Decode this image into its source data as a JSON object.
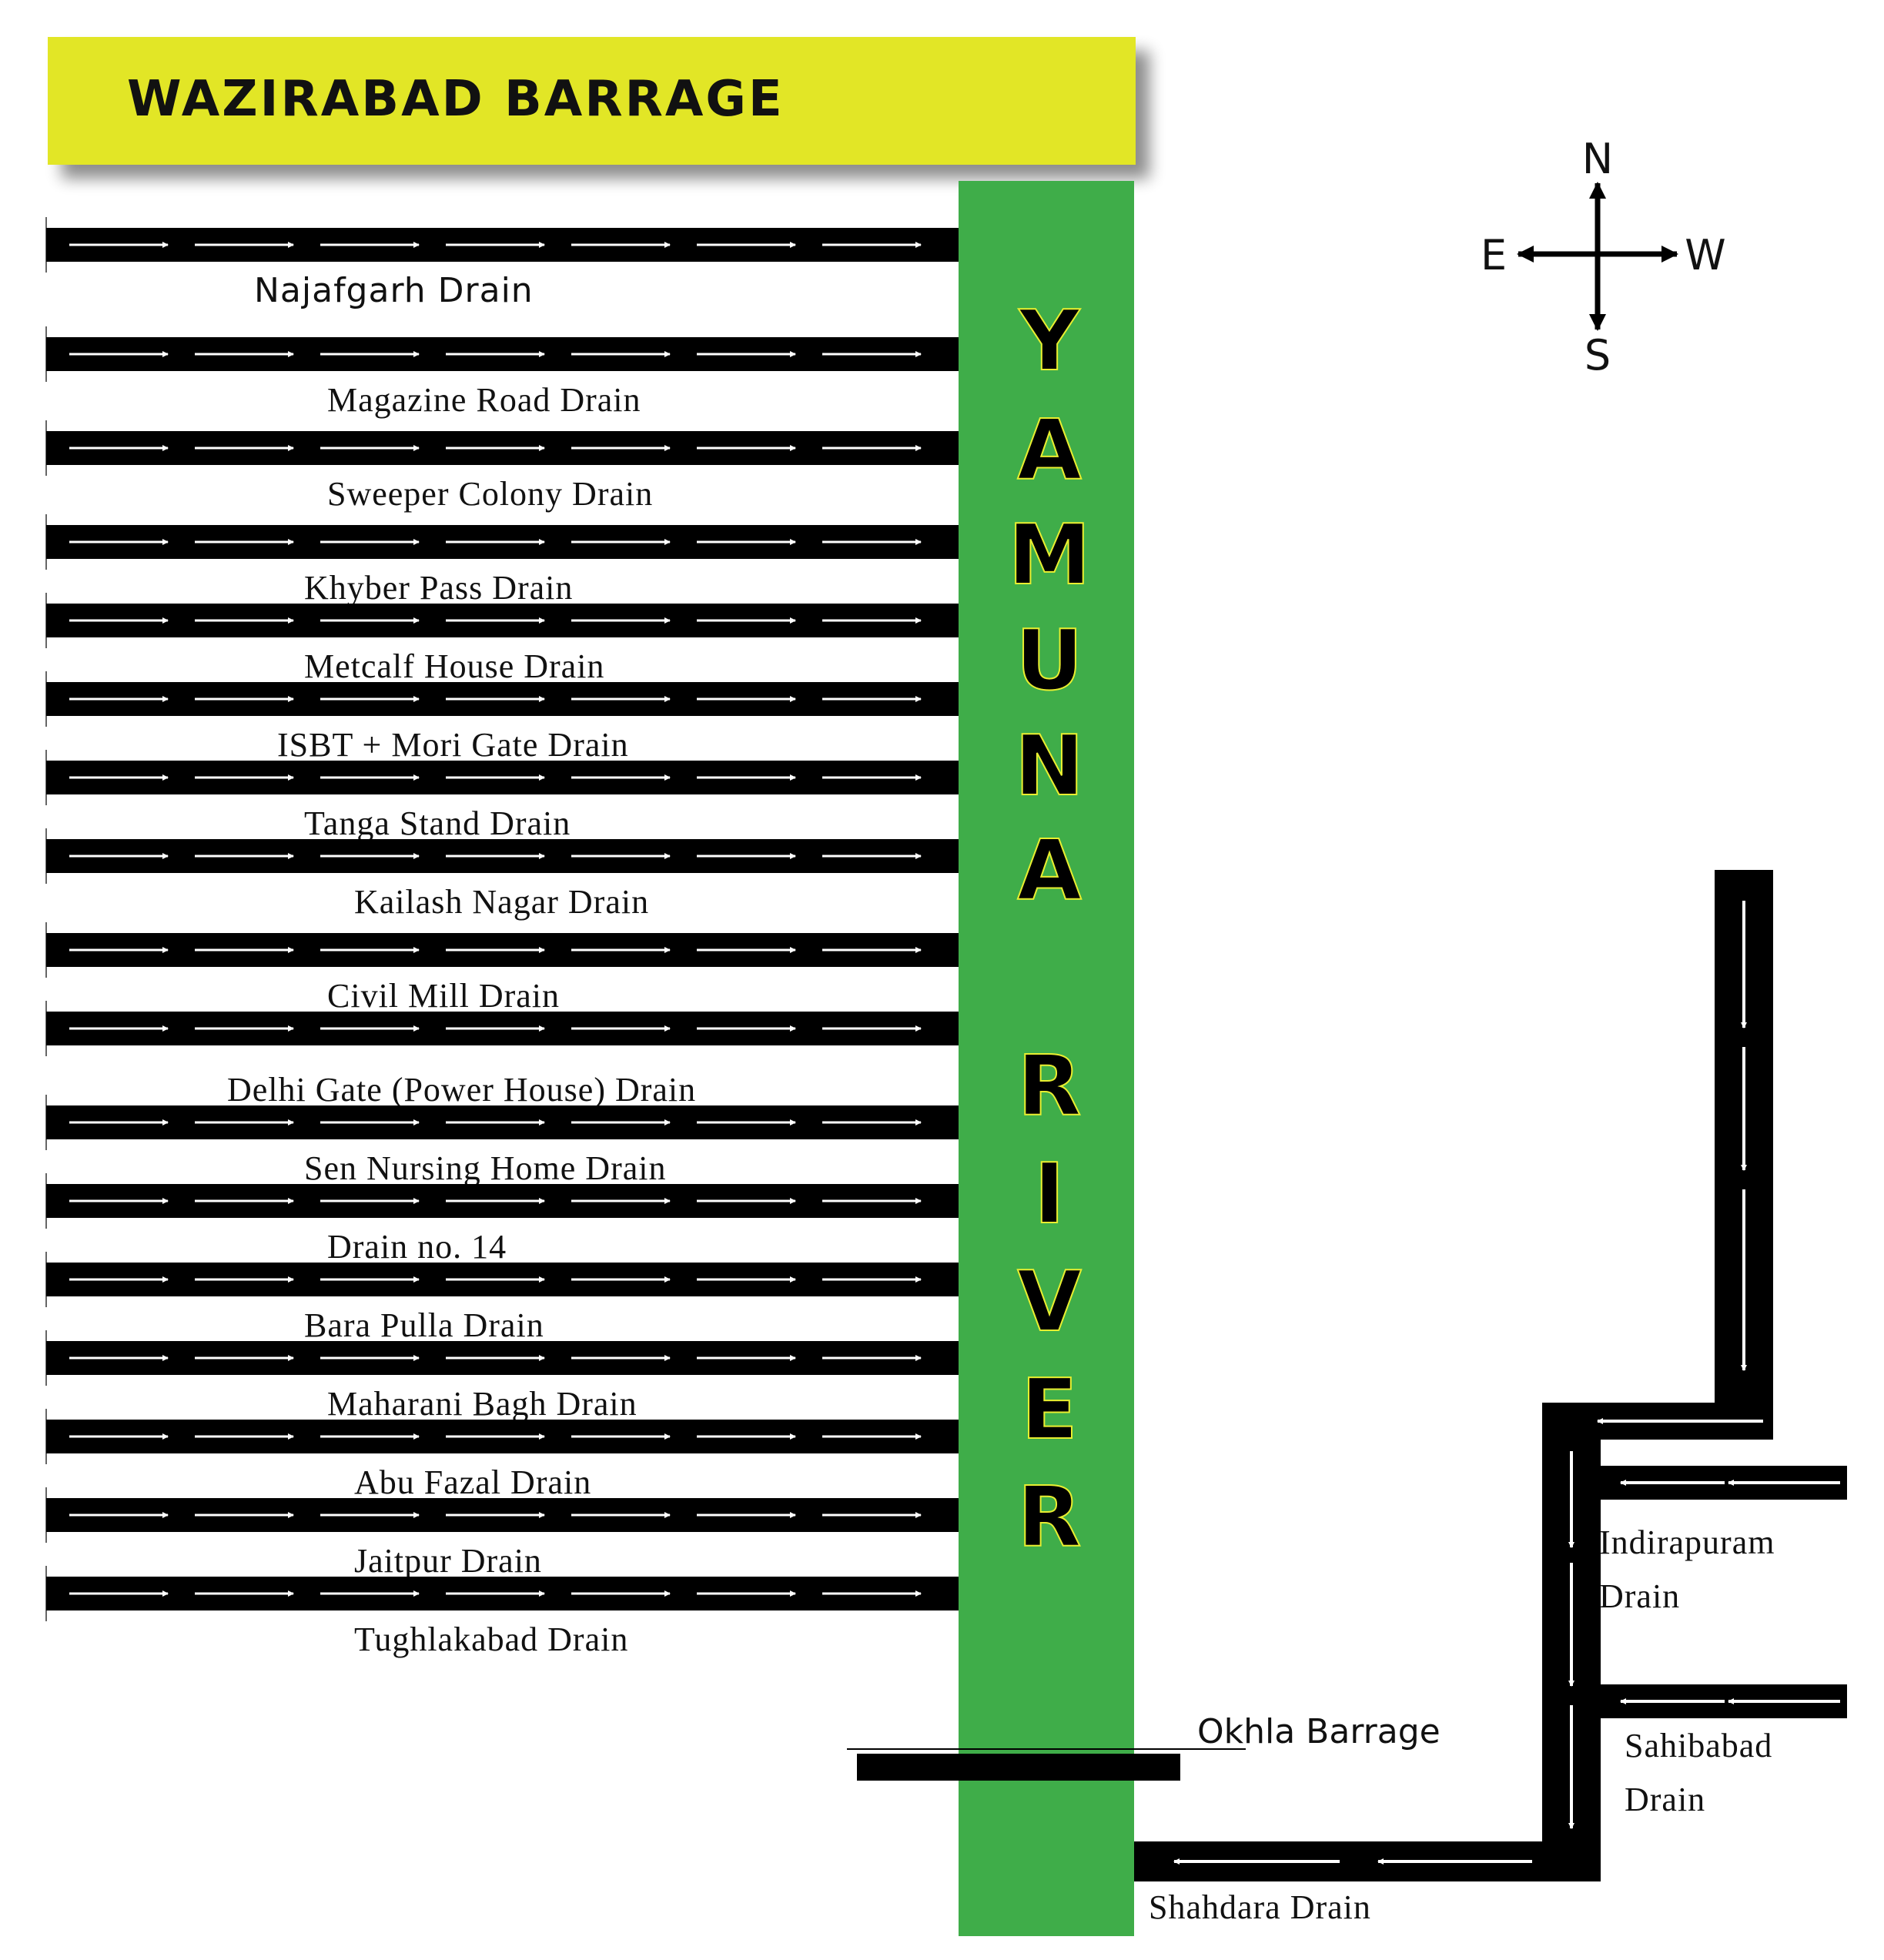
{
  "title": "WAZIRABAD BARRAGE",
  "river": {
    "letters": [
      "Y",
      "A",
      "M",
      "U",
      "N",
      "A",
      "R",
      "I",
      "V",
      "E",
      "R"
    ],
    "name": "YAMUNA RIVER"
  },
  "compass": {
    "n": "N",
    "e": "E",
    "w": "W",
    "s": "S"
  },
  "left_drains": [
    "Najafgarh Drain",
    "Magazine Road Drain",
    "Sweeper Colony Drain",
    "Khyber Pass Drain",
    "Metcalf House Drain",
    "ISBT + Mori Gate Drain",
    "Tanga Stand Drain",
    "Kailash Nagar Drain",
    "Civil Mill Drain",
    "Delhi Gate (Power House) Drain",
    "Sen Nursing Home Drain",
    "Drain no. 14",
    "Bara Pulla Drain",
    "Maharani Bagh Drain",
    "Abu Fazal Drain",
    "Jaitpur Drain",
    "Tughlakabad Drain"
  ],
  "okhla_barrage": "Okhla Barrage",
  "right_drains": {
    "indirapuram": [
      "Indirapuram",
      "Drain"
    ],
    "sahibabad": [
      "Sahibabad",
      "Drain"
    ],
    "shahdara": "Shahdara Drain"
  },
  "colors": {
    "title_bg": "#e2e626",
    "river": "#3fad49",
    "drain": "#000000",
    "arrow": "#ffffff"
  }
}
